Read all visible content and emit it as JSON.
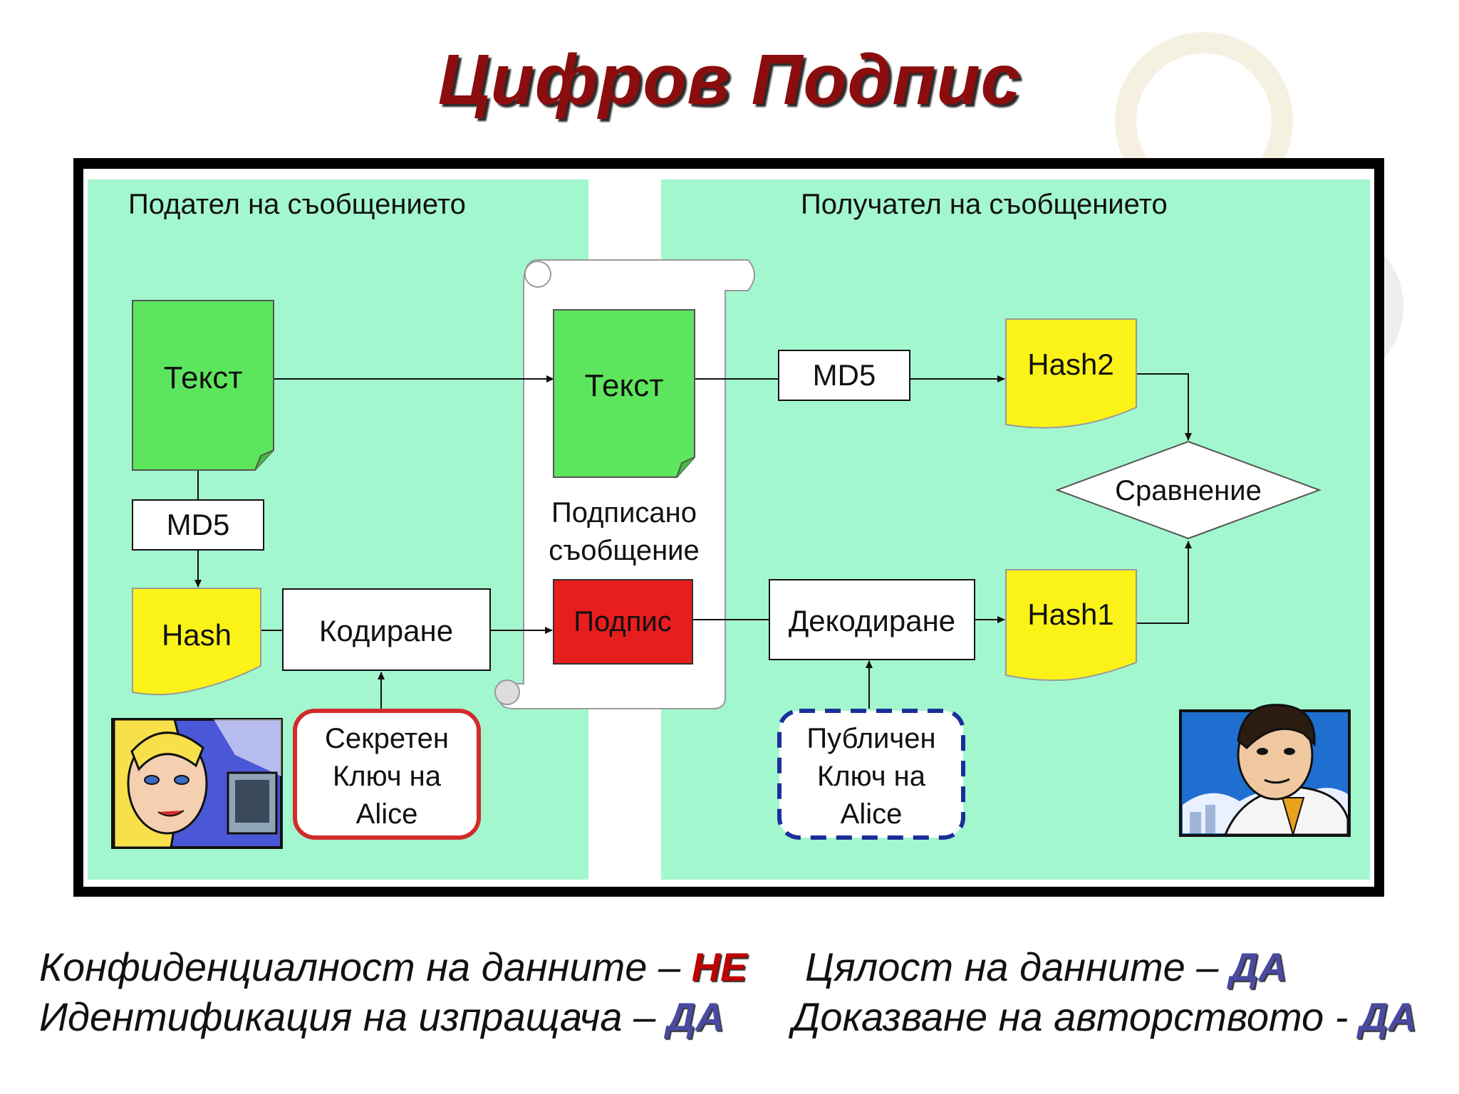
{
  "title": "Цифров Подпис",
  "diagram": {
    "sender_label": "Подател  на съобщението",
    "receiver_label": "Получател на съобщението",
    "sender_text": "Текст",
    "sender_md5": "MD5",
    "sender_hash": "Hash",
    "encode": "Кодиране",
    "secret_key": [
      "Секретен",
      "Ключ на",
      "Alice"
    ],
    "signed_text": "Текст",
    "signed_message": [
      "Подписано",
      "съобщение"
    ],
    "signature": "Подпис",
    "receiver_md5": "MD5",
    "hash2": "Hash2",
    "compare": "Сравнение",
    "decode": "Декодиране",
    "hash1": "Hash1",
    "public_key": [
      "Публичен",
      "Ключ на",
      "Alice"
    ]
  },
  "footer": {
    "line1": {
      "item1_text": "Конфиденциалност на данните – ",
      "item1_value": "НЕ",
      "item2_text": "Цялост на данните – ",
      "item2_value": "ДА"
    },
    "line2": {
      "item1_text": "Идентификация на изпращача – ",
      "item1_value": "ДА",
      "item2_text": "Доказване на авторството - ",
      "item2_value": "ДА"
    }
  },
  "colors": {
    "panel": "#a3f7cf",
    "document_green": "#5de65d",
    "hash_yellow": "#fbf318",
    "signature_red": "#e81d1d",
    "title": "#8b0d0d",
    "negative": "#c00000",
    "positive": "#4a4aa0",
    "secret_key_border": "#d22b2b",
    "public_key_border": "#1b2f9a"
  }
}
